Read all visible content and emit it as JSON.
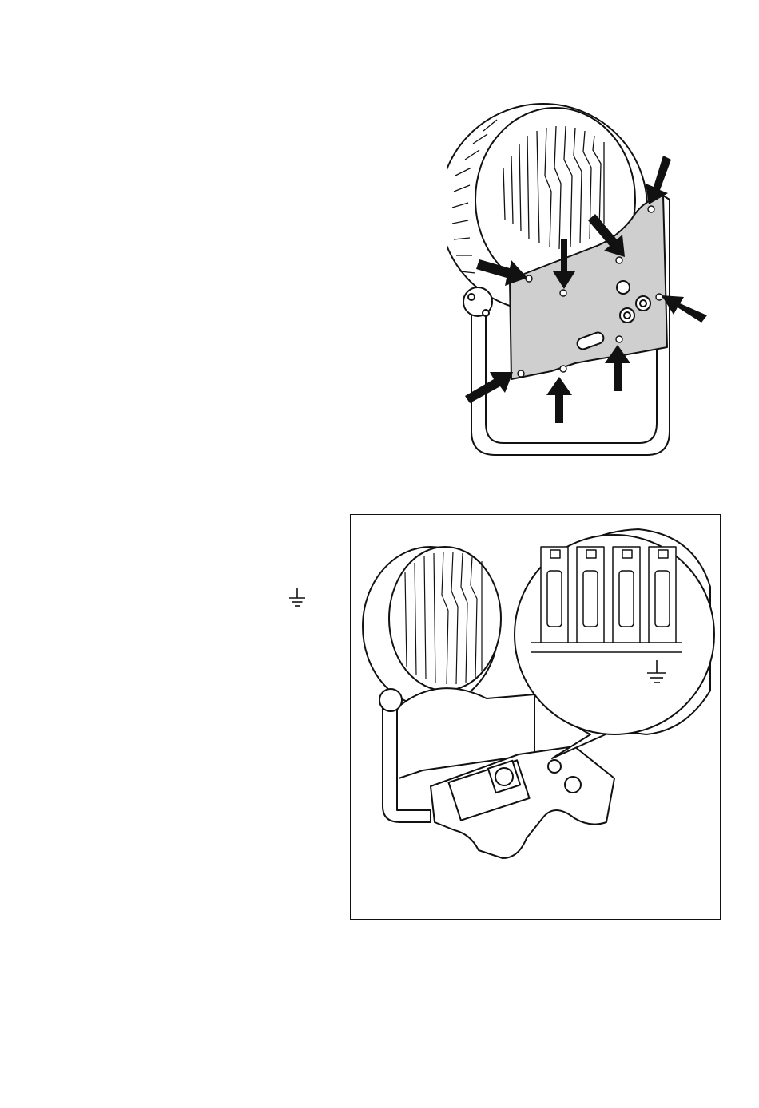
{
  "figures": [
    {
      "id": "fig-cover-screws",
      "arrow_count": 8,
      "panel_color": "#cfcfcf",
      "arrow_color": "#111111"
    },
    {
      "id": "fig-terminal-detail",
      "terminal_slots": 4,
      "frame_color": "#111111"
    }
  ],
  "symbols": {
    "margin_ground": "ground-icon",
    "detail_ground": "ground-icon"
  }
}
